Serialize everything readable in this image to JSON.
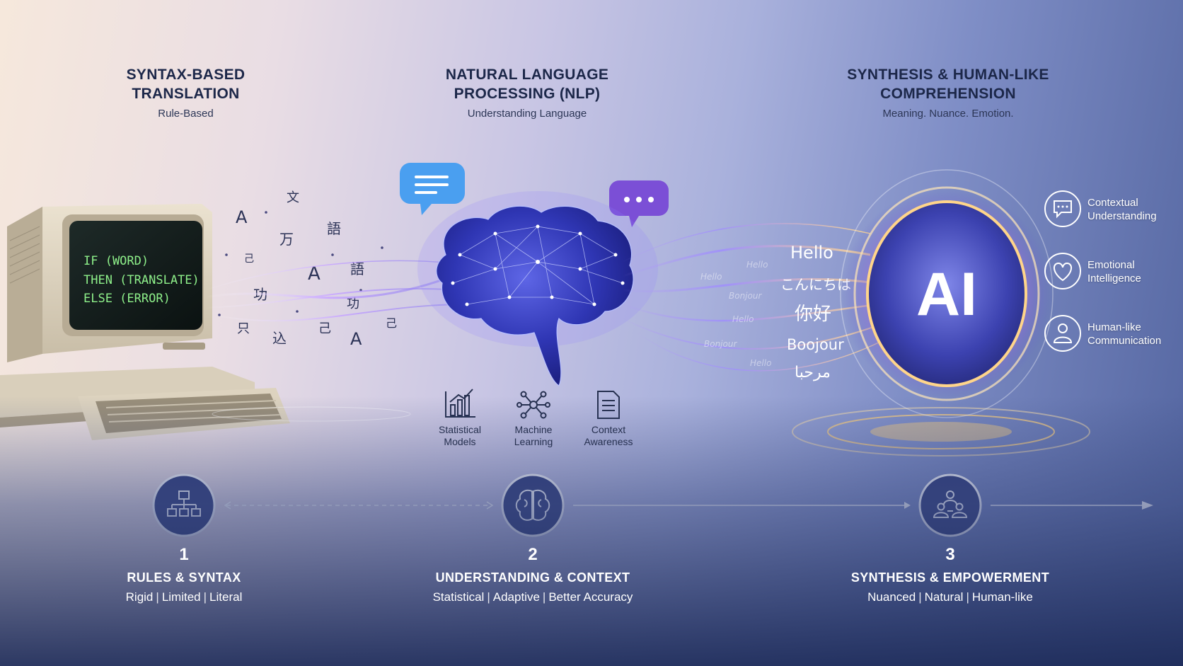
{
  "columns": [
    {
      "title": "SYNTAX-BASED\nTRANSLATION",
      "subtitle": "Rule-Based"
    },
    {
      "title": "NATURAL LANGUAGE\nPROCESSING (NLP)",
      "subtitle": "Understanding Language"
    },
    {
      "title": "SYNTHESIS & HUMAN-LIKE\nCOMPREHENSION",
      "subtitle": "Meaning. Nuance. Emotion."
    }
  ],
  "computer": {
    "code_lines": [
      "IF (WORD)",
      "THEN (TRANSLATE)",
      "ELSE (ERROR)"
    ],
    "code_color": "#8ef08a"
  },
  "nlp_features": [
    {
      "label_1": "Statistical",
      "label_2": "Models",
      "icon": "bar-chart-icon"
    },
    {
      "label_1": "Machine",
      "label_2": "Learning",
      "icon": "network-icon"
    },
    {
      "label_1": "Context",
      "label_2": "Awareness",
      "icon": "document-icon"
    }
  ],
  "greetings": [
    "Hello",
    "こんにちは",
    "你好",
    "Boojour",
    "مرحبا"
  ],
  "ai_label": "AI",
  "ai_features": [
    {
      "text": "Contextual\nUnderstanding",
      "icon": "chat-bubble-icon"
    },
    {
      "text": "Emotional\nIntelligence",
      "icon": "heart-icon"
    },
    {
      "text": "Human-like\nCommunication",
      "icon": "person-icon"
    }
  ],
  "stages": [
    {
      "number": "1",
      "title": "RULES & SYNTAX",
      "desc": [
        "Rigid",
        "Limited",
        "Literal"
      ],
      "icon": "hierarchy-icon"
    },
    {
      "number": "2",
      "title": "UNDERSTANDING & CONTEXT",
      "desc": [
        "Statistical",
        "Adaptive",
        "Better Accuracy"
      ],
      "icon": "brain-icon"
    },
    {
      "number": "3",
      "title": "SYNTHESIS & EMPOWERMENT",
      "desc": [
        "Nuanced",
        "Natural",
        "Human-like"
      ],
      "icon": "people-icon"
    }
  ],
  "colors": {
    "heading": "#1c2749",
    "brain": "#3f48c8",
    "ai_glow": "#ffd27a",
    "bubble_blue": "#4a9ff0",
    "bubble_purple": "#7b4fd6"
  }
}
